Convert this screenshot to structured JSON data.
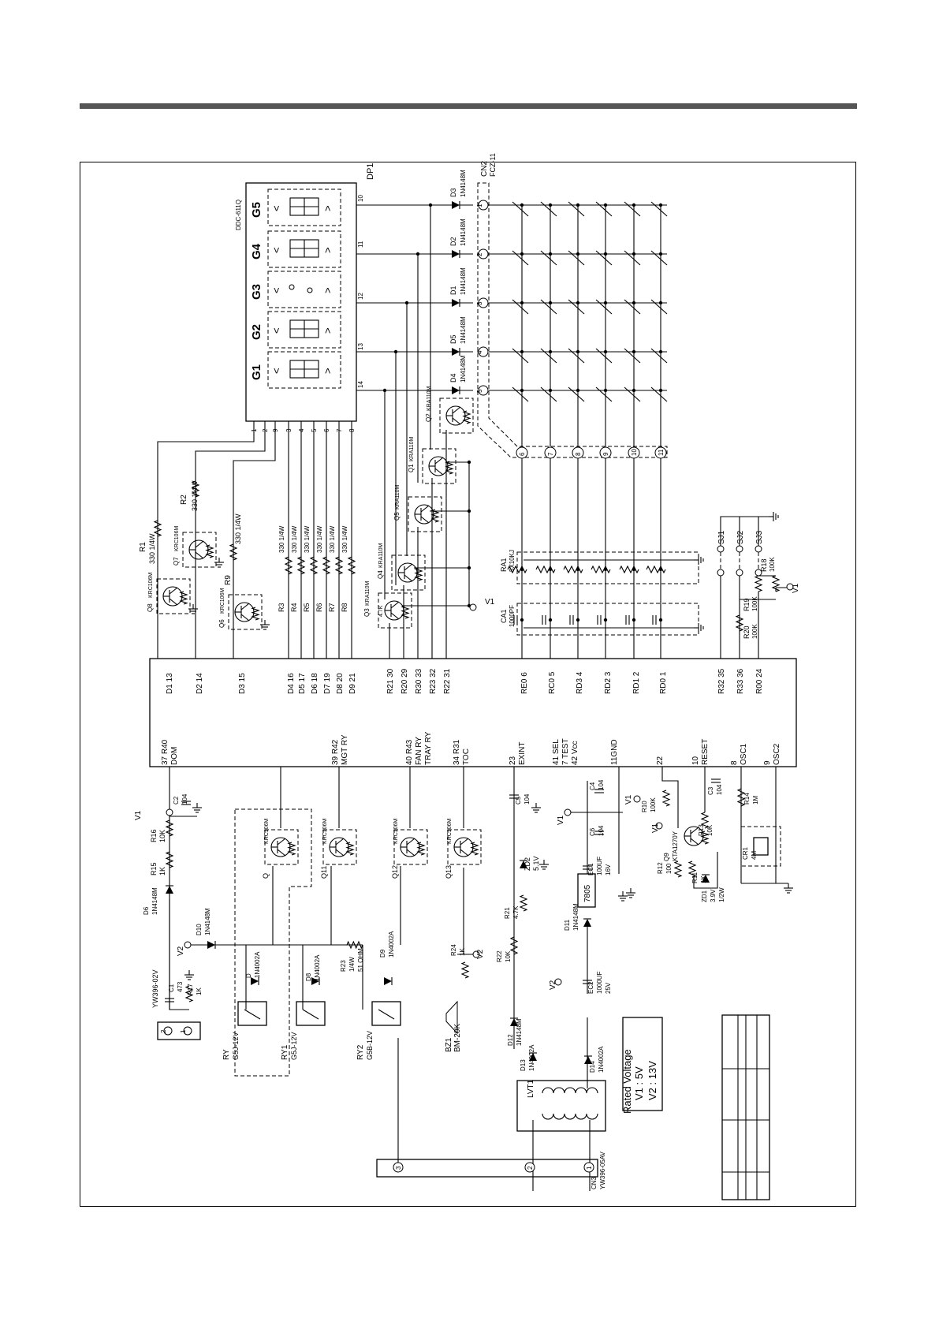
{
  "dp1": {
    "ref": "DP1",
    "part": "DDC-611Q",
    "grids": [
      "G1",
      "G2",
      "G3",
      "G4",
      "G5"
    ],
    "top_pins": [
      "14",
      "13",
      "12",
      "11",
      "10"
    ],
    "bottom_pins": [
      "1",
      "2",
      "9",
      "3",
      "4",
      "5",
      "6",
      "7",
      "8"
    ]
  },
  "cn2": {
    "ref": "CN2",
    "part": "FCZ-11",
    "pins_top": [
      "5",
      "4",
      "3",
      "2",
      "1"
    ],
    "pins_bottom": [
      "6",
      "7",
      "8",
      "9",
      "10",
      "11"
    ]
  },
  "top_diodes": [
    {
      "ref": "D4",
      "part": "1N4148M"
    },
    {
      "ref": "D5",
      "part": "1N4148M"
    },
    {
      "ref": "D1",
      "part": "1N4148M"
    },
    {
      "ref": "D2",
      "part": "1N4148M"
    },
    {
      "ref": "D3",
      "part": "1N4148M"
    }
  ],
  "grid_transistors": [
    {
      "ref": "Q3",
      "part": "KRA110M"
    },
    {
      "ref": "Q4",
      "part": "KRA110M"
    },
    {
      "ref": "Q5",
      "part": "KRA110M"
    },
    {
      "ref": "Q1",
      "part": "KRA110M"
    },
    {
      "ref": "Q2",
      "part": "KRA110M"
    }
  ],
  "q3_res": "4.7K",
  "v1_label": "V1",
  "v2_label": "V2",
  "seg_transistors": [
    {
      "ref": "Q8",
      "part": "KRC106M"
    },
    {
      "ref": "Q7",
      "part": "KRC106M"
    },
    {
      "ref": "Q6",
      "part": "KRC106M"
    }
  ],
  "seg_resistors": [
    {
      "ref": "R1",
      "val": "330 1/4W"
    },
    {
      "ref": "R2",
      "val": "330 1/4W"
    },
    {
      "ref": "R9",
      "val": "330 1/4W"
    },
    {
      "ref": "R3",
      "val": "330 1/4W"
    },
    {
      "ref": "R4",
      "val": "330 1/4W"
    },
    {
      "ref": "R5",
      "val": "330 1/4W"
    },
    {
      "ref": "R6",
      "val": "330 1/4W"
    },
    {
      "ref": "R7",
      "val": "330 1/4W"
    },
    {
      "ref": "R8",
      "val": "330 1/4W"
    }
  ],
  "ra1": {
    "ref": "RA1",
    "val": "5X10KJ"
  },
  "ca1": {
    "ref": "CA1",
    "val": "1000PF"
  },
  "sj": [
    "SJ1",
    "SJ2",
    "SJ3"
  ],
  "r18": {
    "ref": "R18",
    "val": "100K"
  },
  "r19": {
    "ref": "R19",
    "val": "100K"
  },
  "r20": {
    "ref": "R20",
    "val": "100K"
  },
  "ic_top_pins": [
    "D1 13",
    "D2 14",
    "D3 15",
    "D4 16",
    "D5 17",
    "D6 18",
    "D7 19",
    "D8 20",
    "D9 21",
    "R21 30",
    "R20 29",
    "R30 33",
    "R23 32",
    "R22 31",
    "RE0 6",
    "RC0 5",
    "RD3 4",
    "RD2 3",
    "RD1 2",
    "RD0 1",
    "R32 35",
    "R33 36",
    "R00 24"
  ],
  "ic_bottom_pins": [
    "37 R40",
    "DOM",
    "39 R42",
    "MGT RY",
    "40 R43",
    "FAN RY",
    "TRAY RY",
    "34 R31",
    "TOC",
    "23",
    "EXINT",
    "41 SEL",
    "7 TEST",
    "42 Vcc",
    "11GND",
    "22",
    "10",
    "RESET",
    "8",
    "OSC1",
    "9",
    "OSC2"
  ],
  "lower_parts": {
    "r16": [
      "R16",
      "10K"
    ],
    "c2": [
      "C2",
      "104"
    ],
    "r15": [
      "R15",
      "1K"
    ],
    "d6": [
      "D6",
      "1N4148M"
    ],
    "d10": [
      "D10",
      "1N4148M"
    ],
    "q_relay": [
      [
        "Q",
        "KRC106M"
      ],
      [
        "Q11",
        "KRC106M"
      ],
      [
        "Q12",
        "KRC106M"
      ],
      [
        "Q13",
        "KRC106M"
      ]
    ],
    "d": [
      "D",
      "1N4002A"
    ],
    "d8": [
      "D8",
      "1N4002A"
    ],
    "d9": [
      "D9",
      "1N4002A"
    ],
    "r23": [
      "R23",
      "1/4W",
      "51 OHM"
    ],
    "zd2": [
      "ZD2",
      "5.1V"
    ],
    "c5": [
      "C5",
      "104"
    ],
    "r21": [
      "R21",
      "4.7K"
    ],
    "r22": [
      "R22",
      "10K"
    ],
    "r24": [
      "R24",
      "1K"
    ],
    "d11": [
      "D11",
      "1N4148M"
    ],
    "reg": "7805",
    "ec1": [
      "EC1",
      "100UF",
      "16V"
    ],
    "ec2": [
      "EC2",
      "1000UF",
      "25V"
    ],
    "c4": [
      "C4",
      "104"
    ],
    "c6": [
      "C6",
      "104"
    ],
    "r10": [
      "R10",
      "100K"
    ],
    "q9": [
      "Q9",
      "KTA1270Y"
    ],
    "r12": [
      "R12",
      "100"
    ],
    "r11": [
      "R11",
      "1K"
    ],
    "r13": [
      "R13",
      "10K"
    ],
    "c3": [
      "C3",
      "104"
    ],
    "zd1": [
      "ZD1",
      "3.9V",
      "1/2W"
    ],
    "r14": [
      "R14",
      "1M"
    ],
    "cr1": [
      "CR1",
      "4M"
    ],
    "c1": [
      "C1",
      "473"
    ],
    "r17": [
      "R17",
      "1K"
    ],
    "cn_yw": "YW396-02V",
    "relays": [
      [
        "RY",
        "G5J-12V"
      ],
      [
        "RY1",
        "G5J-12V"
      ],
      [
        "RY2",
        "G5B-12V"
      ]
    ],
    "bz1": [
      "BZ1",
      "BM-20K"
    ],
    "d12": [
      "D12",
      "1N4148M"
    ],
    "d13": [
      "D13",
      "1N4002A"
    ],
    "d14": [
      "D14",
      "1N4002A"
    ],
    "lvt1": "LVT1",
    "cn3": [
      "CN3",
      "YW396-05AV"
    ],
    "cn3_pins": [
      "3",
      "2",
      "1"
    ],
    "cn_small_pins": [
      "2",
      "1"
    ]
  },
  "rated": {
    "title": "Rated Voltage",
    "v1": "V1 : 5V",
    "v2": "V2 : 13V"
  }
}
